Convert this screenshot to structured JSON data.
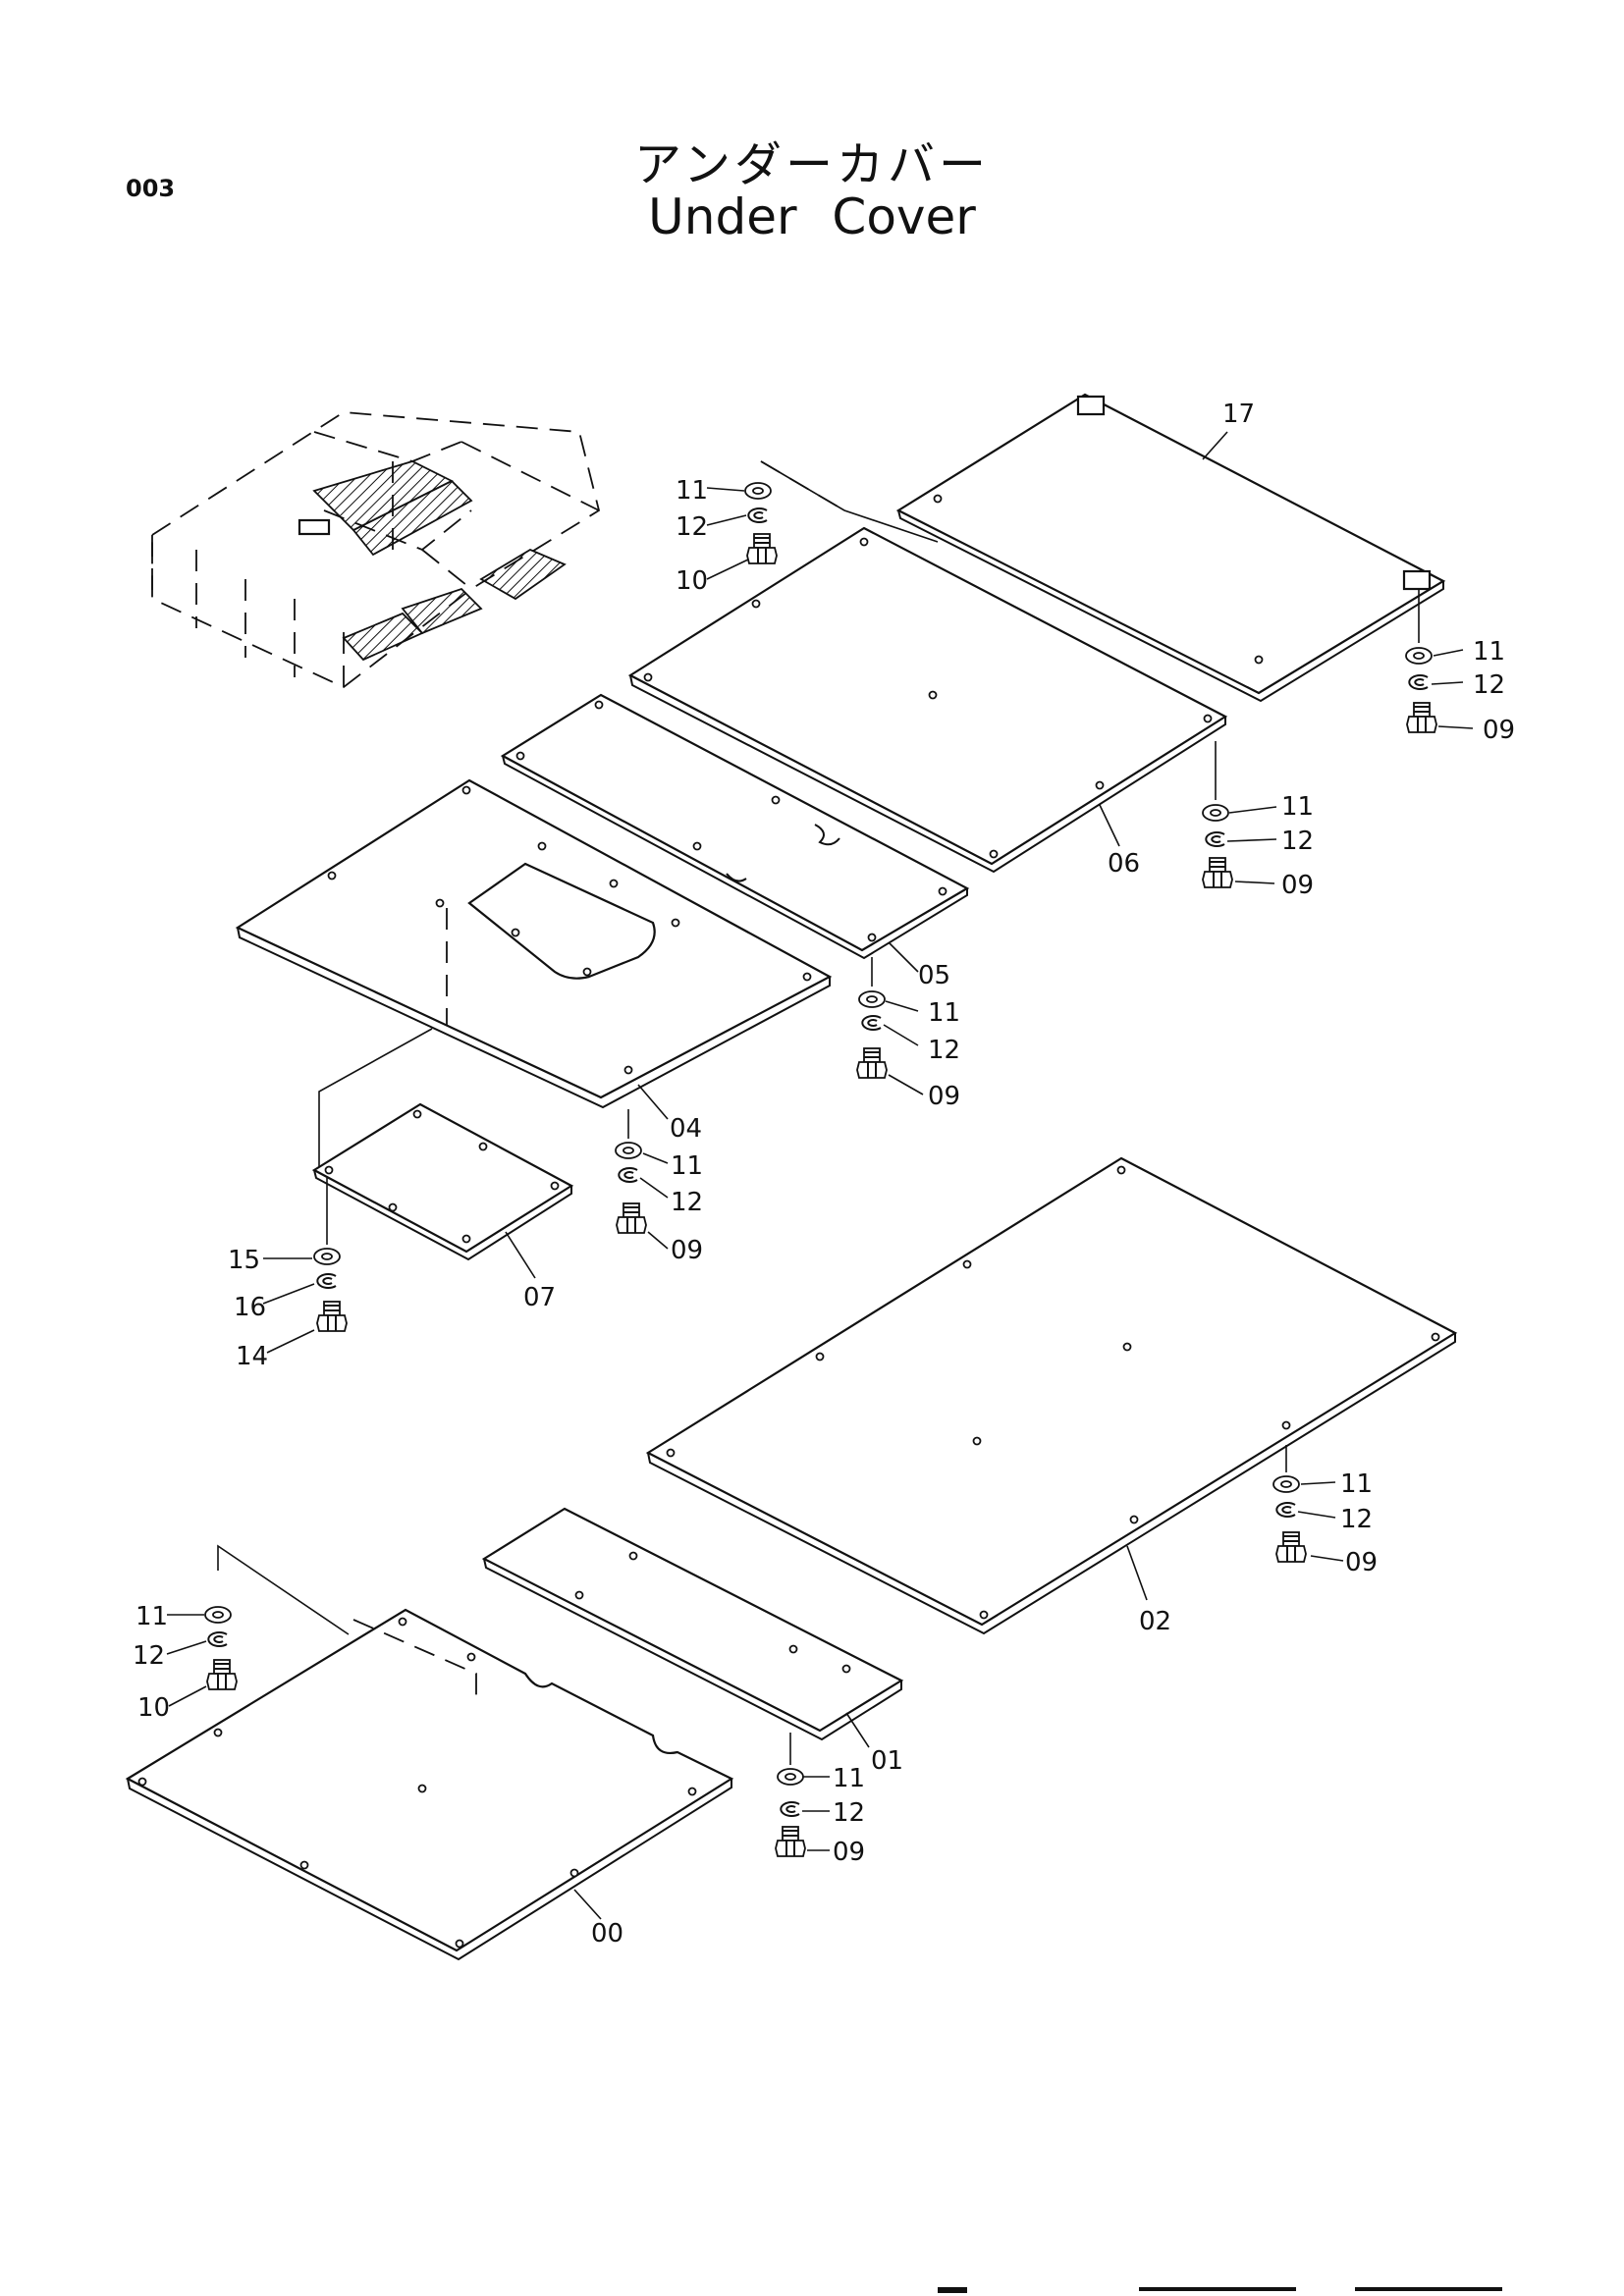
{
  "header": {
    "page_code": "003",
    "title_jp": "アンダーカバー",
    "title_en": "Under  Cover"
  },
  "callouts": {
    "c00": "00",
    "c01": "01",
    "c02": "02",
    "c04": "04",
    "c05": "05",
    "c06": "06",
    "c07": "07",
    "c09": "09",
    "c10": "10",
    "c11": "11",
    "c12": "12",
    "c14": "14",
    "c15": "15",
    "c16": "16",
    "c17": "17"
  }
}
